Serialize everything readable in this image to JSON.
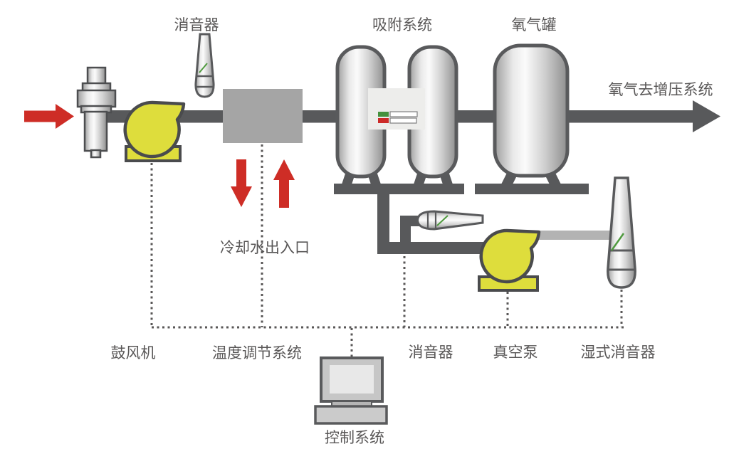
{
  "diagram": {
    "type": "process-flow",
    "subject": "VPSA oxygen generation system",
    "labels": {
      "muffler_top": "消音器",
      "adsorption_system": "吸附系统",
      "oxygen_tank": "氧气罐",
      "outlet": "氧气去增压系统",
      "cooling_water": "冷却水出入口",
      "blower": "鼓风机",
      "temperature_system": "温度调节系统",
      "muffler_bottom": "消音器",
      "vacuum_pump": "真空泵",
      "wet_muffler": "湿式消音器",
      "control_system": "控制系统"
    },
    "colors": {
      "pipe_dark": "#58595b",
      "pipe_light": "#b3b3b3",
      "arrow_red": "#ce2d26",
      "equipment_yellow": "#dedd3c",
      "indicator_green": "#45913e",
      "indicator_red": "#cc2a28",
      "heat_exchanger_gray": "#a5a5a5",
      "label_text": "#595757"
    }
  }
}
